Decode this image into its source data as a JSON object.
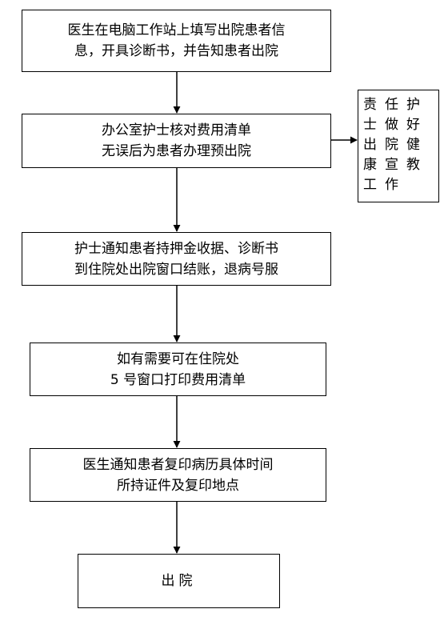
{
  "steps": [
    {
      "lines": [
        "医生在电脑工作站上填写出院患者信",
        "息，开具诊断书，并告知患者出院"
      ]
    },
    {
      "lines": [
        "办公室护士核对费用清单",
        "无误后为患者办理预出院"
      ]
    },
    {
      "lines": [
        "护士通知患者持押金收据、诊断书",
        "到住院处出院窗口结账，退病号服"
      ]
    },
    {
      "lines": [
        "如有需要可在住院处",
        "5 号窗口打印费用清单"
      ]
    },
    {
      "lines": [
        "医生通知患者复印病历具体时间",
        "所持证件及复印地点"
      ]
    },
    {
      "lines": [
        "出院"
      ]
    }
  ],
  "side_note": {
    "lines": [
      "责任护",
      "士做好",
      "出院健",
      "康宣教",
      "工作"
    ]
  }
}
